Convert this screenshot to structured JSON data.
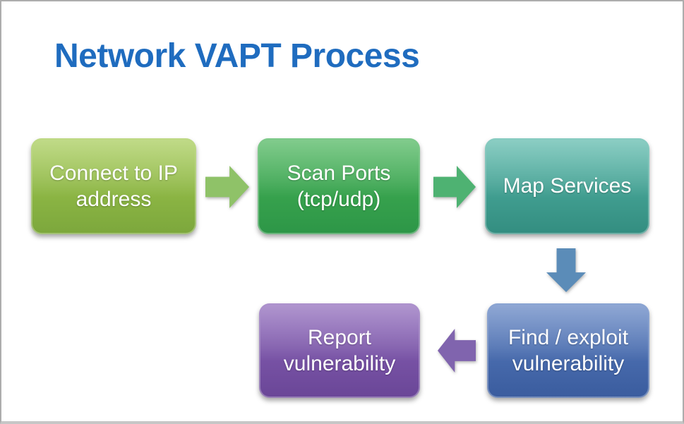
{
  "header": {
    "title": "Network VAPT Process",
    "title_color": "#1F6CBF"
  },
  "flow": {
    "steps": [
      {
        "id": "connect-to-ip",
        "label": "Connect to IP address",
        "color_top": "#A2C94F",
        "color_bottom": "#7CA73C"
      },
      {
        "id": "scan-ports",
        "label": "Scan Ports (tcp/udp)",
        "color_top": "#45B356",
        "color_bottom": "#2D9647"
      },
      {
        "id": "map-services",
        "label": "Map Services",
        "color_top": "#54B6A7",
        "color_bottom": "#338D80"
      },
      {
        "id": "find-exploit-vuln",
        "label": "Find / exploit vulnerability",
        "color_top": "#5A7EC0",
        "color_bottom": "#3A5C9E"
      },
      {
        "id": "report-vuln",
        "label": "Report vulnerability",
        "color_top": "#8A63B8",
        "color_bottom": "#6A4697"
      }
    ],
    "connectors": [
      {
        "from": "connect-to-ip",
        "to": "scan-ports",
        "direction": "right",
        "color": "#8FC268"
      },
      {
        "from": "scan-ports",
        "to": "map-services",
        "direction": "right",
        "color": "#4EB272"
      },
      {
        "from": "map-services",
        "to": "find-exploit-vuln",
        "direction": "down",
        "color": "#5B8CB8"
      },
      {
        "from": "find-exploit-vuln",
        "to": "report-vuln",
        "direction": "left",
        "color": "#8064AE"
      }
    ]
  }
}
